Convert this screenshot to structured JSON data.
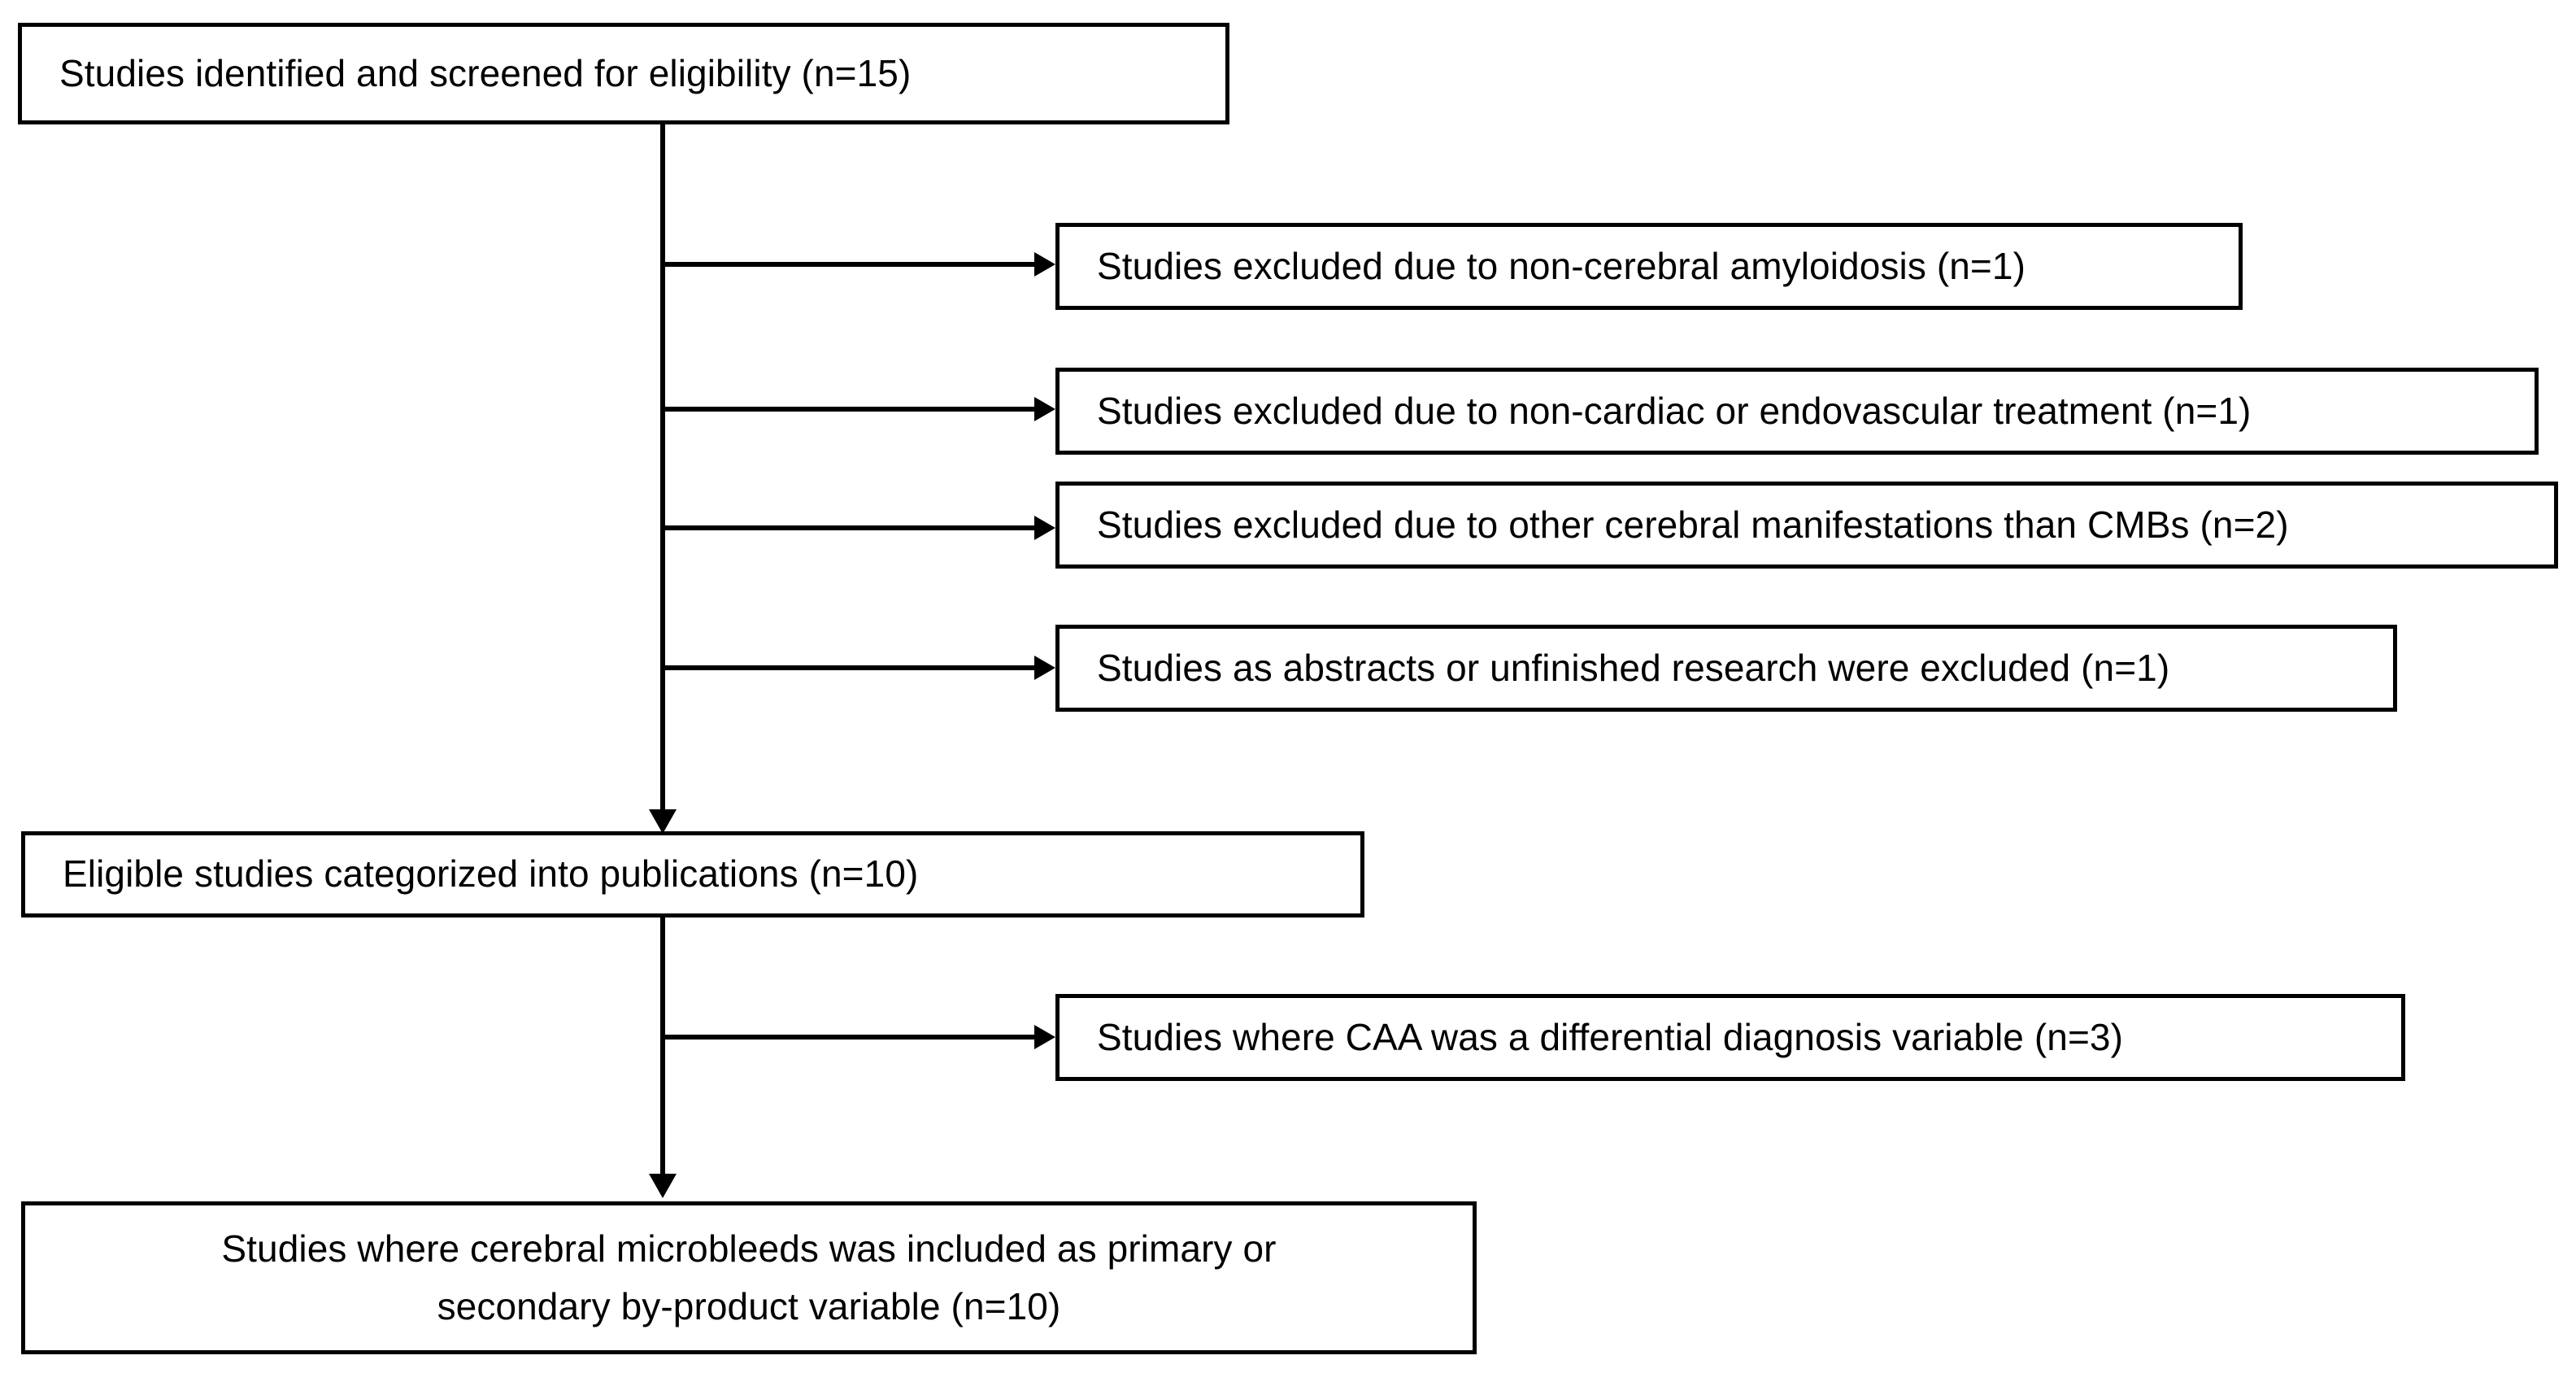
{
  "diagram": {
    "type": "prisma-flowchart",
    "orientation": "top-down",
    "background_color": "#ffffff",
    "line_color": "#000000",
    "text_color": "#000000",
    "nodes": [
      {
        "id": "identified",
        "label": "Studies identified and screened for eligibility (n=15)",
        "count": 15,
        "stage": "identification",
        "align": "left"
      },
      {
        "id": "excluded-amyloidosis",
        "label": "Studies excluded due to non-cerebral amyloidosis (n=1)",
        "count": 1,
        "stage": "exclusion",
        "align": "left"
      },
      {
        "id": "excluded-noncardiac",
        "label": "Studies excluded due to non-cardiac or endovascular treatment (n=1)",
        "count": 1,
        "stage": "exclusion",
        "align": "left"
      },
      {
        "id": "excluded-other-manifestations",
        "label": "Studies excluded due to other cerebral manifestations than CMBs (n=2)",
        "count": 2,
        "stage": "exclusion",
        "align": "left"
      },
      {
        "id": "excluded-abstracts",
        "label": "Studies as abstracts or unfinished research were excluded (n=1)",
        "count": 1,
        "stage": "exclusion",
        "align": "left"
      },
      {
        "id": "eligible",
        "label": "Eligible studies categorized into publications (n=10)",
        "count": 10,
        "stage": "eligibility",
        "align": "left"
      },
      {
        "id": "excluded-caa",
        "label": "Studies where CAA was a differential diagnosis variable (n=3)",
        "count": 3,
        "stage": "exclusion",
        "align": "left"
      },
      {
        "id": "included",
        "label": "Studies where cerebral microbleeds was included as primary or\nsecondary by-product variable (n=10)",
        "count": 10,
        "stage": "inclusion",
        "align": "center"
      }
    ],
    "edges": [
      {
        "id": "edge-identified-to-amyloidosis",
        "from": "identified",
        "to": "excluded-amyloidosis",
        "kind": "branch-right"
      },
      {
        "id": "edge-identified-to-noncardiac",
        "from": "identified",
        "to": "excluded-noncardiac",
        "kind": "branch-right"
      },
      {
        "id": "edge-identified-to-other-manifestations",
        "from": "identified",
        "to": "excluded-other-manifestations",
        "kind": "branch-right"
      },
      {
        "id": "edge-identified-to-abstracts",
        "from": "identified",
        "to": "excluded-abstracts",
        "kind": "branch-right"
      },
      {
        "id": "edge-identified-to-eligible",
        "from": "identified",
        "to": "eligible",
        "kind": "main-down"
      },
      {
        "id": "edge-eligible-to-caa",
        "from": "eligible",
        "to": "excluded-caa",
        "kind": "branch-right"
      },
      {
        "id": "edge-eligible-to-included",
        "from": "eligible",
        "to": "included",
        "kind": "main-down"
      }
    ]
  }
}
